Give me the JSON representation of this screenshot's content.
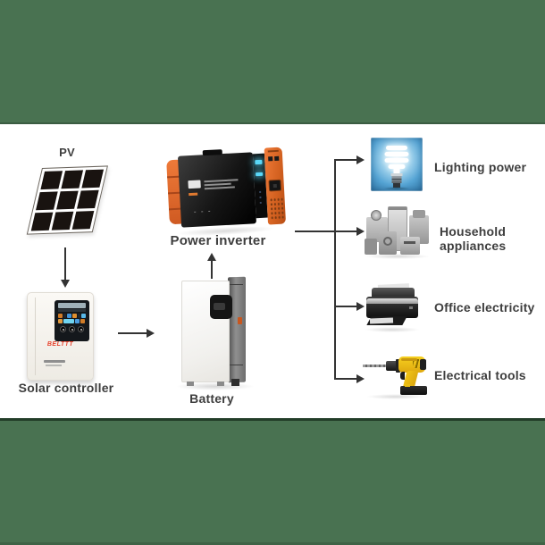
{
  "diagram": {
    "pv": {
      "label": "PV"
    },
    "solar_controller": {
      "label": "Solar controller",
      "brand": "BELTTT"
    },
    "battery": {
      "label": "Battery"
    },
    "power_inverter": {
      "label": "Power inverter"
    },
    "loads": [
      {
        "id": "lighting",
        "line1": "Lighting power"
      },
      {
        "id": "household",
        "line1": "Household",
        "line2": "appliances"
      },
      {
        "id": "office",
        "line1": "Office electricity"
      },
      {
        "id": "tools",
        "line1": "Electrical tools"
      }
    ]
  },
  "colors": {
    "letterbox_green": "#497251",
    "connector_line": "#333333",
    "label_text": "#3E3E3E",
    "controller_brand_red": "#E8402A",
    "inverter_orange": "#E0662C",
    "bulb_panel_blue": "#55A4D4",
    "drill_yellow": "#EFC71B"
  }
}
